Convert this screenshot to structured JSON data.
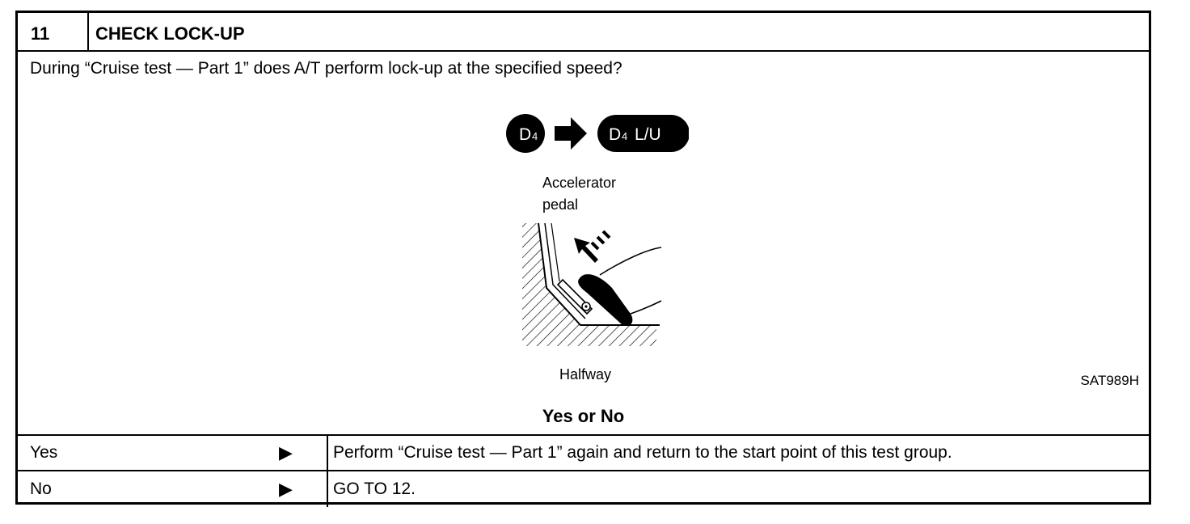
{
  "step": {
    "number": "11",
    "title": "CHECK LOCK-UP"
  },
  "question": "During “Cruise test — Part 1” does A/T perform lock-up at the specified speed?",
  "figure": {
    "from_gear": "D",
    "from_sub": "4",
    "to_gear": "D",
    "to_sub": "4",
    "to_suffix": "L/U",
    "label_line1": "Accelerator",
    "label_line2": "pedal",
    "position_label": "Halfway",
    "figure_id": "SAT989H",
    "icons": [
      "arrow-right-icon",
      "press-direction-icon",
      "accelerator-pedal-icon"
    ]
  },
  "prompt": "Yes or No",
  "rows": [
    {
      "label": "Yes",
      "arrow": "▶",
      "action": "Perform “Cruise test — Part 1” again and return to the start point of this test group."
    },
    {
      "label": "No",
      "arrow": "▶",
      "action": "GO TO 12."
    }
  ]
}
